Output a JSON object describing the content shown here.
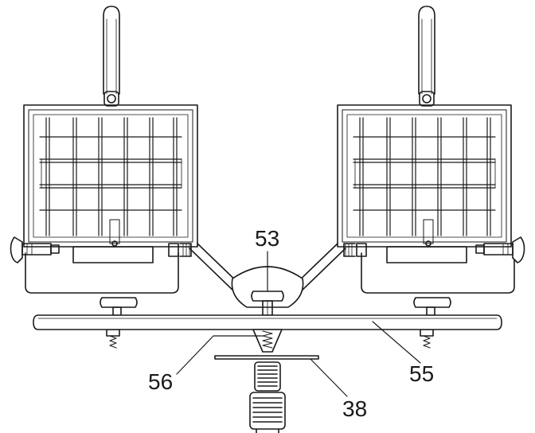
{
  "callouts": {
    "c53": "53",
    "c56": "56",
    "c55": "55",
    "c38": "38"
  },
  "colors": {
    "line": "#1a1a1a",
    "fill": "#ffffff"
  }
}
